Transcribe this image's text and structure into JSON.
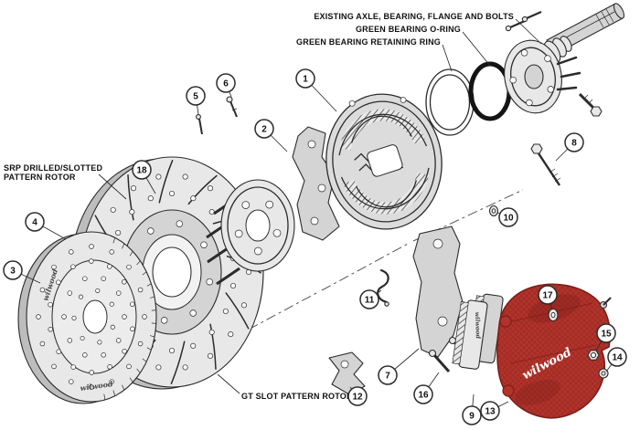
{
  "labels": {
    "existing_axle": "EXISTING AXLE, BEARING, FLANGE AND BOLTS",
    "o_ring": "GREEN BEARING O-RING",
    "retaining_ring": "GREEN BEARING RETAINING RING",
    "srp_line1": "SRP DRILLED/SLOTTED",
    "srp_line2": "PATTERN ROTOR",
    "gt_rotor": "GT SLOT PATTERN ROTOR"
  },
  "part_markings": {
    "brand": "wilwood"
  },
  "callouts": [
    "1",
    "2",
    "3",
    "4",
    "5",
    "6",
    "7",
    "8",
    "9",
    "10",
    "11",
    "12",
    "13",
    "14",
    "15",
    "16",
    "17",
    "18"
  ],
  "colors": {
    "background": "#ffffff",
    "line": "#2b2b2b",
    "fill_light": "#e8e8e8",
    "fill_mid": "#d4d4d4",
    "fill_dark": "#bdbdbd",
    "caliper_red": "#b2332b",
    "caliper_red_dark": "#7c1d17"
  }
}
